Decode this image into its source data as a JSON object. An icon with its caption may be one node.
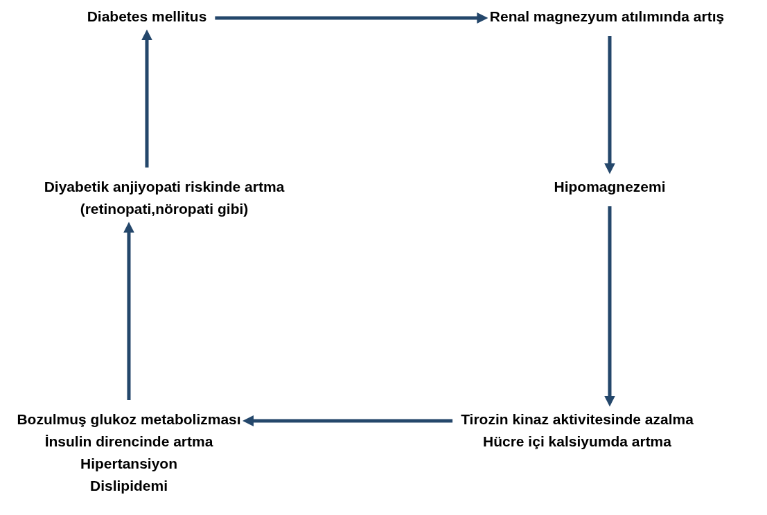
{
  "diagram": {
    "nodes": [
      {
        "text": [
          "Diabetes mellitus"
        ]
      },
      {
        "text": [
          "Renal magnezyum atılımında artış"
        ]
      },
      {
        "text": [
          "Hipomagnezemi"
        ]
      },
      {
        "text": [
          "Tirozin kinaz aktivitesinde azalma",
          "Hücre içi kalsiyumda artma"
        ]
      },
      {
        "text": [
          "Bozulmuş glukoz metabolizması",
          "İnsulin direncinde artma",
          "Hipertansiyon",
          "Dislipidemi"
        ]
      },
      {
        "text": [
          "Diyabetik anjiyopati riskinde artma (retinopati,nöropati gibi)"
        ]
      }
    ],
    "edges": [
      {
        "from": 0,
        "to": 1,
        "arrow": "to"
      },
      {
        "from": 1,
        "to": 2,
        "arrow": "to"
      },
      {
        "from": 2,
        "to": 3,
        "arrow": "to"
      },
      {
        "from": 3,
        "to": 4,
        "arrow": "to"
      },
      {
        "from": 4,
        "to": 5,
        "arrow": "to"
      },
      {
        "from": 5,
        "to": 0,
        "arrow": "to"
      }
    ]
  }
}
